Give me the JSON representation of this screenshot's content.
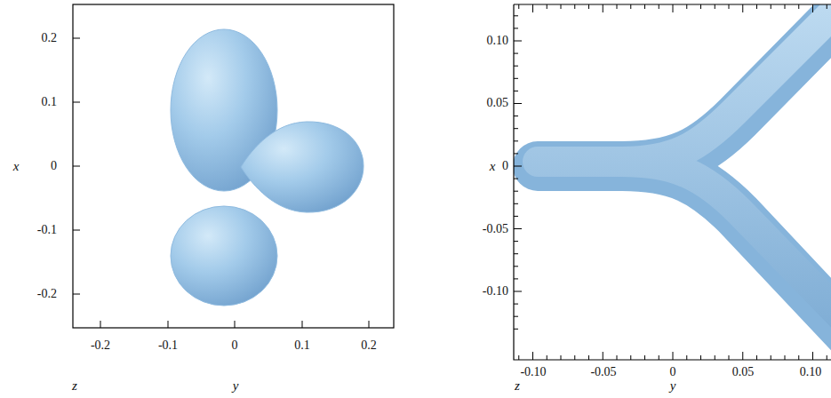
{
  "diagram": {
    "labels": [
      "0.2",
      "0.1",
      "0",
      "-0.1",
      "-0.2",
      "x",
      "-0.2",
      "-0.1",
      "0",
      "0.1",
      "0.2",
      "z",
      "y",
      "0.10",
      "0.05",
      "0",
      "-0.05",
      "-0.10",
      "x",
      "-0.10",
      "-0.05",
      "0",
      "0.05",
      "0.10",
      "z",
      "y"
    ]
  }
}
